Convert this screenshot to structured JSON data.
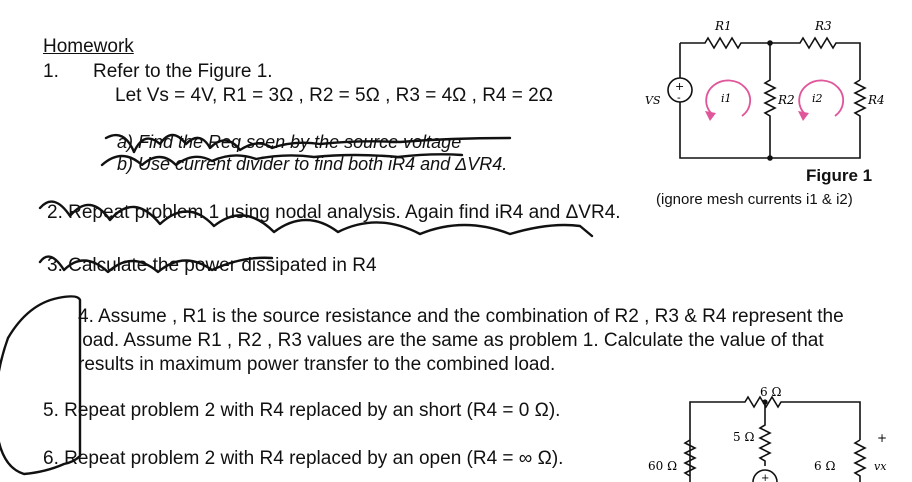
{
  "homework": {
    "title": "Homework",
    "p1_number": "1.",
    "p1_text": "Refer to the Figure 1.",
    "p1_let": "Let Vs = 4V, R1 = 3Ω , R2 = 5Ω , R3 = 4Ω , R4 = 2Ω",
    "p1_sub_a": "a) Find the Req seen by the source voltage",
    "p1_sub_b": "b) Use current divider to find both iR4 and ΔVR4.",
    "p2": "2. Repeat problem 1 using nodal analysis. Again find iR4 and ΔVR4.",
    "p3": "3. Calculate the power dissipated in R4",
    "p4": "4. Assume , R1 is the source resistance and the combination of R2 , R3 & R4 represent the load. Assume R1 , R2 , R3 values are the same as problem 1. Calculate the value of that results in maximum power transfer to the combined load.",
    "p5": "5. Repeat problem 2 with R4 replaced by an short (R4 = 0 Ω).",
    "p6": "6. Repeat problem 2 with R4 replaced by an open (R4 = ∞ Ω)."
  },
  "figure1": {
    "label": "Figure 1",
    "caption": "(ignore mesh currents i1 & i2)",
    "r1": "R1",
    "r3": "R3",
    "r2": "R2",
    "r4": "R4",
    "vs": "VS",
    "i1": "i1",
    "i2": "i2",
    "plus": "+",
    "minus": "-"
  },
  "figure2": {
    "r_top": "6 Ω",
    "r_mid": "5 Ω",
    "r_left": "60 Ω",
    "r_right": "6 Ω",
    "vx": "vx",
    "plus": "+"
  },
  "colors": {
    "ink": "#111111",
    "mesh_arrow": "#e0569a"
  }
}
